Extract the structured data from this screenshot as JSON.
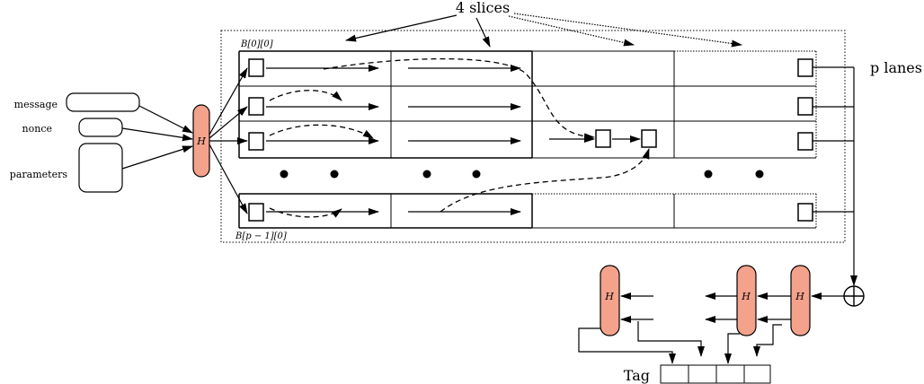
{
  "labels": {
    "slices": "4 slices",
    "lanes": "p lanes",
    "message": "message",
    "nonce": "nonce",
    "parameters": "parameters",
    "hash": "H",
    "block_first": "B[0][0]",
    "block_last": "B[p − 1][0]",
    "tag": "Tag"
  },
  "colors": {
    "hash_fill": "#f4a28c",
    "stroke": "#000000"
  },
  "icons": {
    "xor": "xor-icon",
    "ellipsis": "dot-icon"
  }
}
